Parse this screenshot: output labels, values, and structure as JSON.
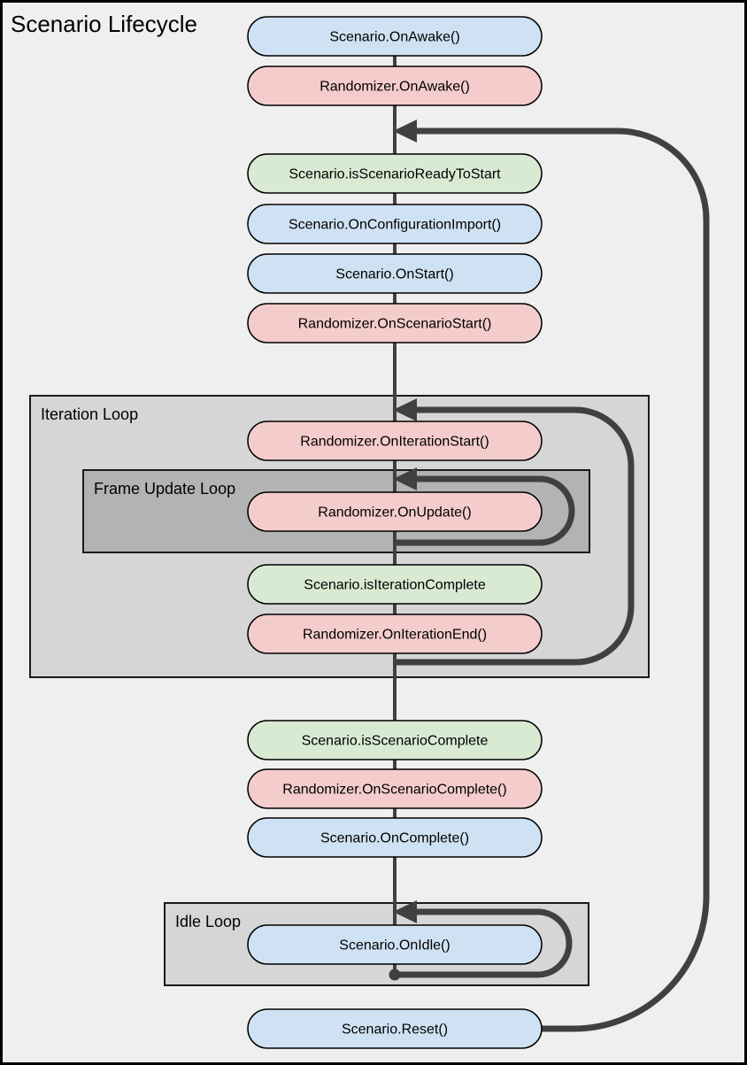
{
  "title": "Scenario Lifecycle",
  "colors": {
    "background": "#efefef",
    "canvas_border": "#000000",
    "node_blue": "#cfe2f3",
    "node_red": "#f4cccc",
    "node_green": "#d9ead3",
    "node_border": "#000000",
    "group_fill": "#d6d6d6",
    "inner_group_fill": "#b3b3b3",
    "group_border": "#1a1a1a",
    "line": "#404040",
    "text": "#000000"
  },
  "nodes": [
    {
      "id": "scenario-onawake",
      "label": "Scenario.OnAwake()",
      "kind": "blue"
    },
    {
      "id": "randomizer-onawake",
      "label": "Randomizer.OnAwake()",
      "kind": "red"
    },
    {
      "id": "scenario-isscenarioreadytostart",
      "label": "Scenario.isScenarioReadyToStart",
      "kind": "green"
    },
    {
      "id": "scenario-onconfigurationimport",
      "label": "Scenario.OnConfigurationImport()",
      "kind": "blue"
    },
    {
      "id": "scenario-onstart",
      "label": "Scenario.OnStart()",
      "kind": "blue"
    },
    {
      "id": "randomizer-onscenariostart",
      "label": "Randomizer.OnScenarioStart()",
      "kind": "red"
    },
    {
      "id": "randomizer-oniterationstart",
      "label": "Randomizer.OnIterationStart()",
      "kind": "red"
    },
    {
      "id": "randomizer-onupdate",
      "label": "Randomizer.OnUpdate()",
      "kind": "red"
    },
    {
      "id": "scenario-isiterationcomplete",
      "label": "Scenario.isIterationComplete",
      "kind": "green"
    },
    {
      "id": "randomizer-oniterationend",
      "label": "Randomizer.OnIterationEnd()",
      "kind": "red"
    },
    {
      "id": "scenario-isscenariocomplete",
      "label": "Scenario.isScenarioComplete",
      "kind": "green"
    },
    {
      "id": "randomizer-onscenariocomplete",
      "label": "Randomizer.OnScenarioComplete()",
      "kind": "red"
    },
    {
      "id": "scenario-oncomplete",
      "label": "Scenario.OnComplete()",
      "kind": "blue"
    },
    {
      "id": "scenario-onidle",
      "label": "Scenario.OnIdle()",
      "kind": "blue"
    },
    {
      "id": "scenario-reset",
      "label": "Scenario.Reset()",
      "kind": "blue"
    }
  ],
  "groups": [
    {
      "id": "iteration-loop",
      "label": "Iteration Loop"
    },
    {
      "id": "frame-update-loop",
      "label": "Frame Update Loop"
    },
    {
      "id": "idle-loop",
      "label": "Idle Loop"
    }
  ]
}
